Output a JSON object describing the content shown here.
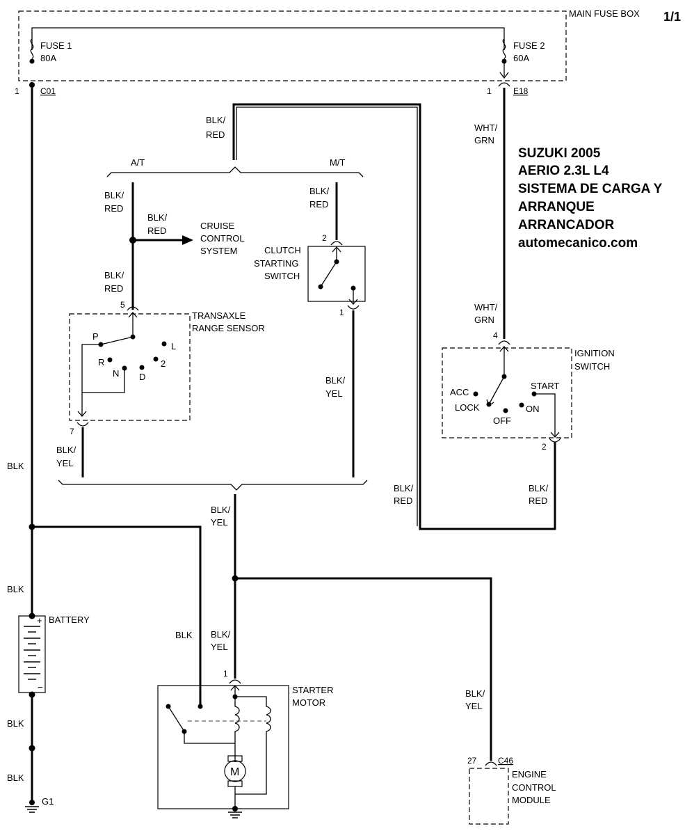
{
  "page_number": "1/1",
  "title_lines": [
    "SUZUKI 2005",
    "AERIO 2.3L L4",
    "SISTEMA DE CARGA Y",
    "ARRANQUE",
    "ARRANCADOR",
    "automecanico.com"
  ],
  "components": {
    "main_fuse_box": "MAIN FUSE BOX",
    "fuse1_name": "FUSE 1",
    "fuse1_rating": "80A",
    "fuse2_name": "FUSE 2",
    "fuse2_rating": "60A",
    "cruise": [
      "CRUISE",
      "CONTROL",
      "SYSTEM"
    ],
    "clutch": [
      "CLUTCH",
      "STARTING",
      "SWITCH"
    ],
    "transaxle": [
      "TRANSAXLE",
      "RANGE SENSOR"
    ],
    "ignition": [
      "IGNITION",
      "SWITCH"
    ],
    "battery": "BATTERY",
    "starter": [
      "STARTER",
      "MOTOR"
    ],
    "ecm": [
      "ENGINE",
      "CONTROL",
      "MODULE"
    ],
    "motor_symbol": "M",
    "ground": "G1"
  },
  "connectors": {
    "c01": "C01",
    "e18": "E18",
    "c46": "C46"
  },
  "pins": {
    "p_c01": "1",
    "p_e18": "1",
    "p_clutch_in": "2",
    "p_clutch_out": "1",
    "p_trs_in": "5",
    "p_trs_out": "7",
    "p_ign_in": "4",
    "p_ign_out": "2",
    "p_starter": "1",
    "p_ecm": "27"
  },
  "sensor_positions": {
    "P": "P",
    "R": "R",
    "N": "N",
    "D": "D",
    "L": "L",
    "two": "2"
  },
  "ignition_positions": {
    "acc": "ACC",
    "lock": "LOCK",
    "off": "OFF",
    "on": "ON",
    "start": "START"
  },
  "branch_labels": {
    "at": "A/T",
    "mt": "M/T"
  },
  "wire_labels": {
    "blk": "BLK",
    "blk_red": [
      "BLK/",
      "RED"
    ],
    "blk_yel": [
      "BLK/",
      "YEL"
    ],
    "wht_grn": [
      "WHT/",
      "GRN"
    ]
  }
}
